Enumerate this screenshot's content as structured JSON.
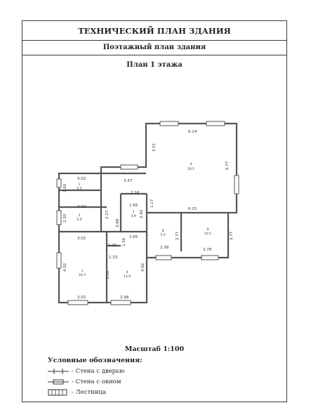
{
  "header": {
    "title": "ТЕХНИЧЕСКИЙ ПЛАН ЗДАНИЯ",
    "subtitle": "Поэтажный план здания",
    "floor_title": "План 1 этажа"
  },
  "plan": {
    "dimensions": [
      "6.14",
      "3.51",
      "6.77",
      "3.37",
      "3.02",
      "2.60",
      "2.16",
      "1.65",
      "2.40",
      "1.17",
      "6.15",
      "3.02",
      "2.30",
      "2.27",
      "3.88",
      "2.77",
      "2.77",
      "3.02",
      "1.20",
      "1.65",
      "1.56",
      "1.33",
      "2.38",
      "3.78",
      "4.92",
      "3.56",
      "4.92",
      "3.02",
      "2.98"
    ],
    "rooms": [
      {
        "num": "4",
        "area": "18.5"
      },
      {
        "num": "1",
        "area": "5.5"
      },
      {
        "num": "2",
        "area": "5.0"
      },
      {
        "num": "3",
        "area": "3.9"
      },
      {
        "num": "8",
        "area": "5.5"
      },
      {
        "num": "9",
        "area": "10.5"
      },
      {
        "num": "1",
        "area": "16.3"
      },
      {
        "num": "4",
        "area": "13.9"
      }
    ]
  },
  "scale": "Масштаб 1:100",
  "legend": {
    "title": "Условные обозначения:",
    "items": [
      {
        "label": "- Стена с дверью",
        "icon": "door-wall-icon"
      },
      {
        "label": "- Стена с окном",
        "icon": "window-wall-icon"
      },
      {
        "label": "- Лестница",
        "icon": "stairs-icon"
      }
    ]
  }
}
